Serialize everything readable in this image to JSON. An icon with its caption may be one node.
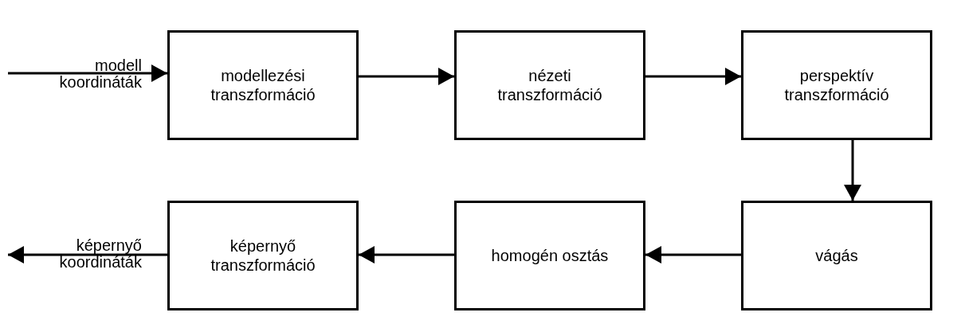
{
  "diagram": {
    "nodes": [
      {
        "text": [
          "modellezési transzformáció"
        ]
      },
      {
        "text": [
          "nézeti transzformáció"
        ]
      },
      {
        "text": [
          "perspektív transzformáció"
        ]
      },
      {
        "text": [
          "vágás"
        ]
      },
      {
        "text": [
          "homogén osztás"
        ]
      },
      {
        "text": [
          "képernyő transzformáció"
        ]
      }
    ],
    "edges": [
      {
        "from": null,
        "to": 0,
        "arrow": "to",
        "label": "modell koordináták"
      },
      {
        "from": 0,
        "to": 1,
        "arrow": "to"
      },
      {
        "from": 1,
        "to": 2,
        "arrow": "to"
      },
      {
        "from": 2,
        "to": 3,
        "arrow": "to"
      },
      {
        "from": 3,
        "to": 4,
        "arrow": "to"
      },
      {
        "from": 4,
        "to": 5,
        "arrow": "to"
      },
      {
        "from": 5,
        "to": null,
        "arrow": "to",
        "label": "képernyő koordináták"
      }
    ]
  }
}
